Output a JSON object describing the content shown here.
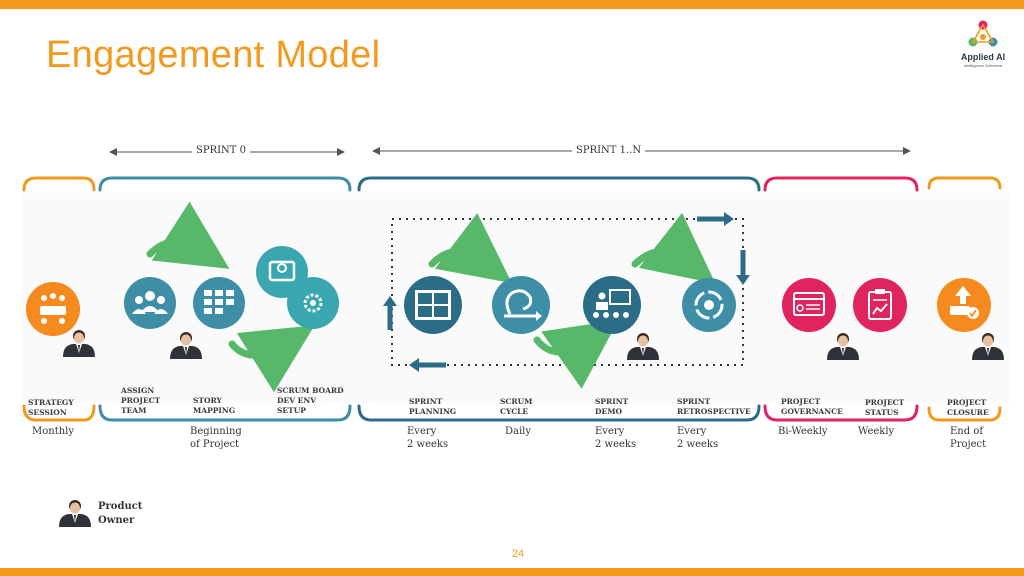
{
  "slide": {
    "title": "Engagement Model",
    "page_number": "24",
    "logo": {
      "name": "Applied AI",
      "tagline": "Intelligence Delivered"
    }
  },
  "colors": {
    "accent": "#f39a1e",
    "teal": "#3d8ea6",
    "dark_blue": "#2b6d87",
    "green": "#58b86a",
    "pink": "#e0245e",
    "orange": "#f58a1f"
  },
  "sprints": {
    "sprint0": "SPRINT 0",
    "sprint1n": "SPRINT 1..N"
  },
  "stages": [
    {
      "label": "STRATEGY\nSESSION",
      "frequency": "Monthly"
    },
    {
      "label": "ASSIGN\nPROJECT\nTEAM",
      "frequency": ""
    },
    {
      "label": "STORY\nMAPPING",
      "frequency": "Beginning\nof Project"
    },
    {
      "label": "SCRUM BOARD\nDEV ENV\nSETUP",
      "frequency": ""
    },
    {
      "label": "SPRINT\nPLANNING",
      "frequency": "Every\n2 weeks"
    },
    {
      "label": "SCRUM\nCYCLE",
      "frequency": "Daily"
    },
    {
      "label": "SPRINT\nDEMO",
      "frequency": "Every\n2 weeks"
    },
    {
      "label": "SPRINT\nRETROSPECTIVE",
      "frequency": "Every\n2 weeks"
    },
    {
      "label": "PROJECT\nGOVERNANCE",
      "frequency": "Bi-Weekly"
    },
    {
      "label": "PROJECT\nSTATUS",
      "frequency": "Weekly"
    },
    {
      "label": "PROJECT\nCLOSURE",
      "frequency": "End of\nProject"
    }
  ],
  "legend": {
    "product_owner": "Product\nOwner"
  },
  "icons": [
    "meeting-table-icon",
    "team-icon",
    "story-map-icon",
    "board-icon",
    "dev-env-gear-icon",
    "sprint-planning-board-icon",
    "scrum-cycle-icon",
    "demo-presentation-icon",
    "retrospective-cycle-icon",
    "governance-browser-icon",
    "status-clipboard-icon",
    "closure-upload-icon",
    "product-owner-icon"
  ]
}
